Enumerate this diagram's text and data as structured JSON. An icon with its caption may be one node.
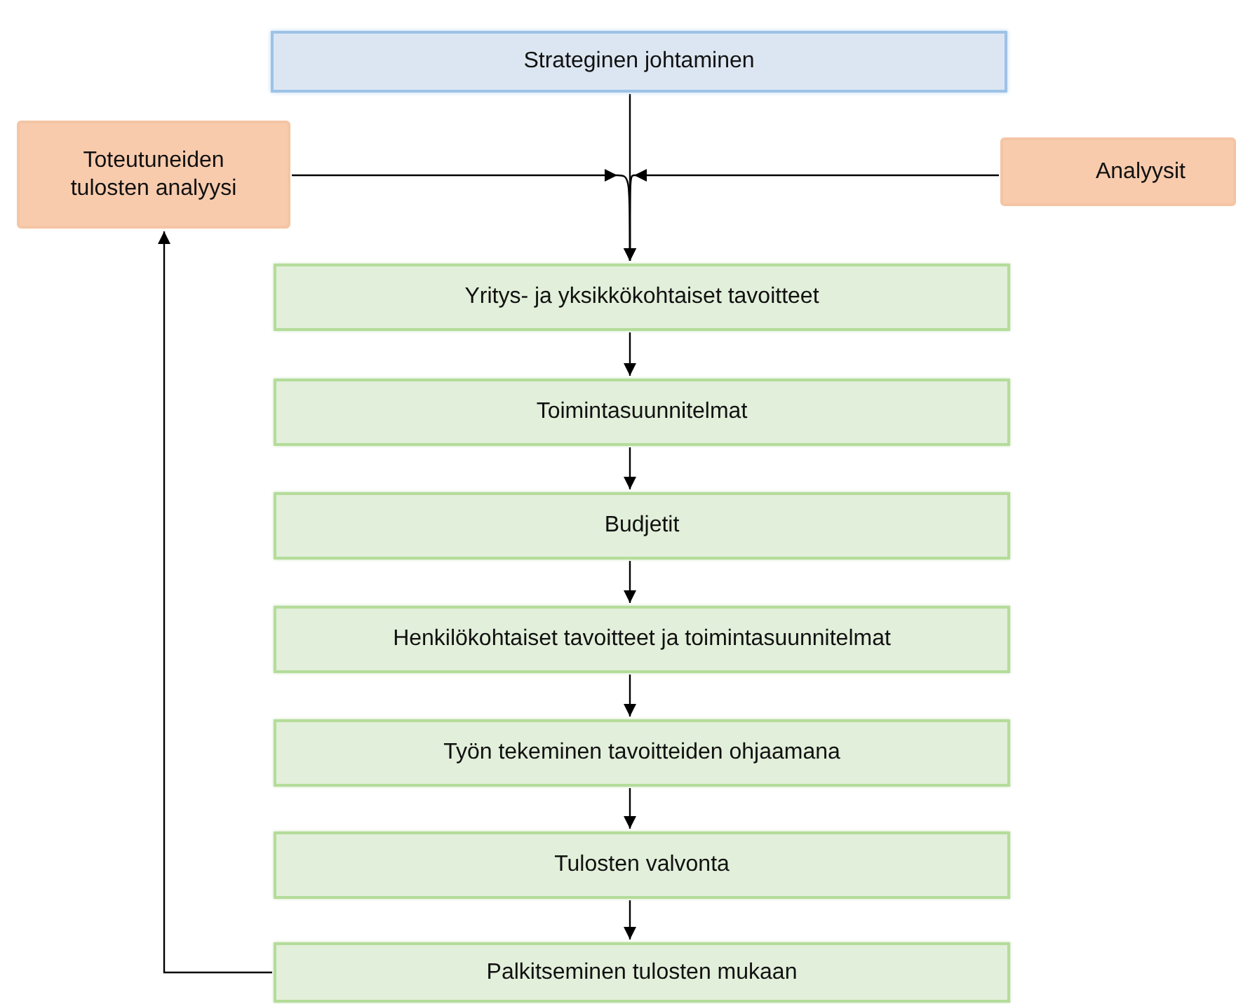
{
  "diagram": {
    "nodes": [
      {
        "text": [
          "Strateginen johtaminen"
        ]
      },
      {
        "text": [
          "Toteutuneiden tulosten analyysi"
        ]
      },
      {
        "text": [
          "Analyysit"
        ]
      },
      {
        "text": [
          "Yritys- ja yksikkökohtaiset tavoitteet"
        ]
      },
      {
        "text": [
          "Toimintasuunnitelmat"
        ]
      },
      {
        "text": [
          "Budjetit"
        ]
      },
      {
        "text": [
          "Henkilökohtaiset tavoitteet ja toimintasuunnitelmat"
        ]
      },
      {
        "text": [
          "Työn tekeminen tavoitteiden ohjaamana"
        ]
      },
      {
        "text": [
          "Tulosten valvonta"
        ]
      },
      {
        "text": [
          "Palkitseminen tulosten mukaan"
        ]
      }
    ],
    "edges": [
      {
        "from": 0,
        "to": 3,
        "arrow": "to"
      },
      {
        "from": 1,
        "to": 3,
        "arrow": "to"
      },
      {
        "from": 2,
        "to": 3,
        "arrow": "to"
      },
      {
        "from": 3,
        "to": 4,
        "arrow": "to"
      },
      {
        "from": 4,
        "to": 5,
        "arrow": "to"
      },
      {
        "from": 5,
        "to": 6,
        "arrow": "to"
      },
      {
        "from": 6,
        "to": 7,
        "arrow": "to"
      },
      {
        "from": 7,
        "to": 8,
        "arrow": "to"
      },
      {
        "from": 8,
        "to": 9,
        "arrow": "to"
      },
      {
        "from": 9,
        "to": 1,
        "arrow": "to"
      }
    ]
  }
}
